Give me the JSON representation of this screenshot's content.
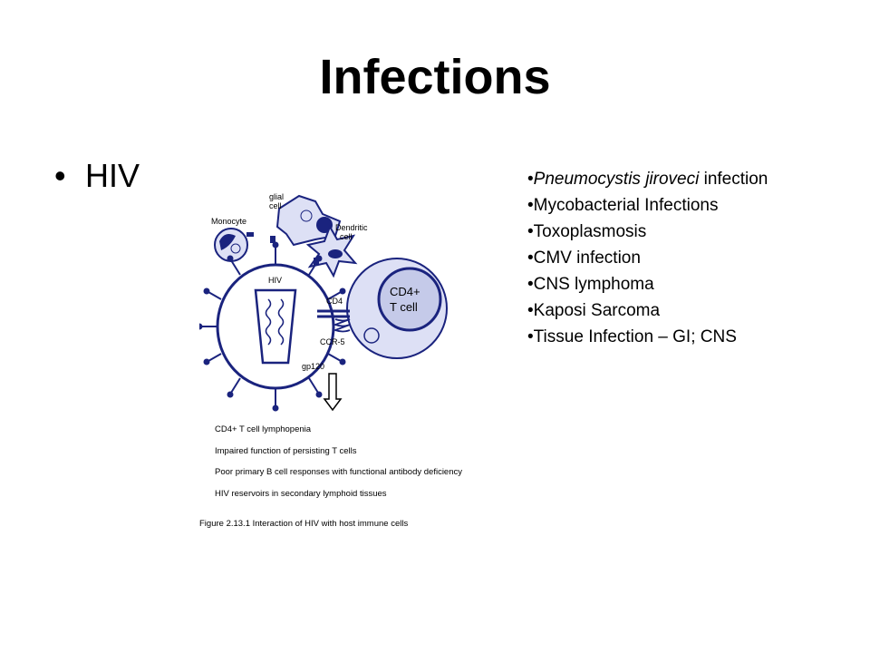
{
  "slide": {
    "title": "Infections",
    "main_bullet": "HIV"
  },
  "figure": {
    "labels": {
      "glial_cell_1": "glial",
      "glial_cell_2": "cell",
      "monocyte": "Monocyte",
      "dendritic_cell_1": "Dendritic",
      "dendritic_cell_2": "cell",
      "hiv": "HIV",
      "cd4": "CD4",
      "ccr5": "CCR-5",
      "gp120": "gp120",
      "t_cell_1": "CD4+",
      "t_cell_2": "T cell"
    },
    "effects": [
      "CD4+ T cell lymphopenia",
      "Impaired function of persisting T cells",
      "Poor primary B cell responses with functional antibody deficiency",
      "HIV reservoirs in secondary lymphoid tissues"
    ],
    "caption": "Figure 2.13.1  Interaction of HIV with  host immune cells",
    "colors": {
      "navy": "#1a237e",
      "pale_blue": "#dde0f5",
      "light_blue": "#c5cae9"
    }
  },
  "infections": {
    "items": [
      {
        "italic": "Pneumocystis jiroveci",
        "rest": " infection"
      },
      {
        "italic": "",
        "rest": "Mycobacterial Infections"
      },
      {
        "italic": "",
        "rest": "Toxoplasmosis"
      },
      {
        "italic": "",
        "rest": "CMV infection"
      },
      {
        "italic": "",
        "rest": "CNS lymphoma"
      },
      {
        "italic": "",
        "rest": "Kaposi Sarcoma"
      },
      {
        "italic": "",
        "rest": "Tissue Infection – GI; CNS"
      }
    ]
  }
}
